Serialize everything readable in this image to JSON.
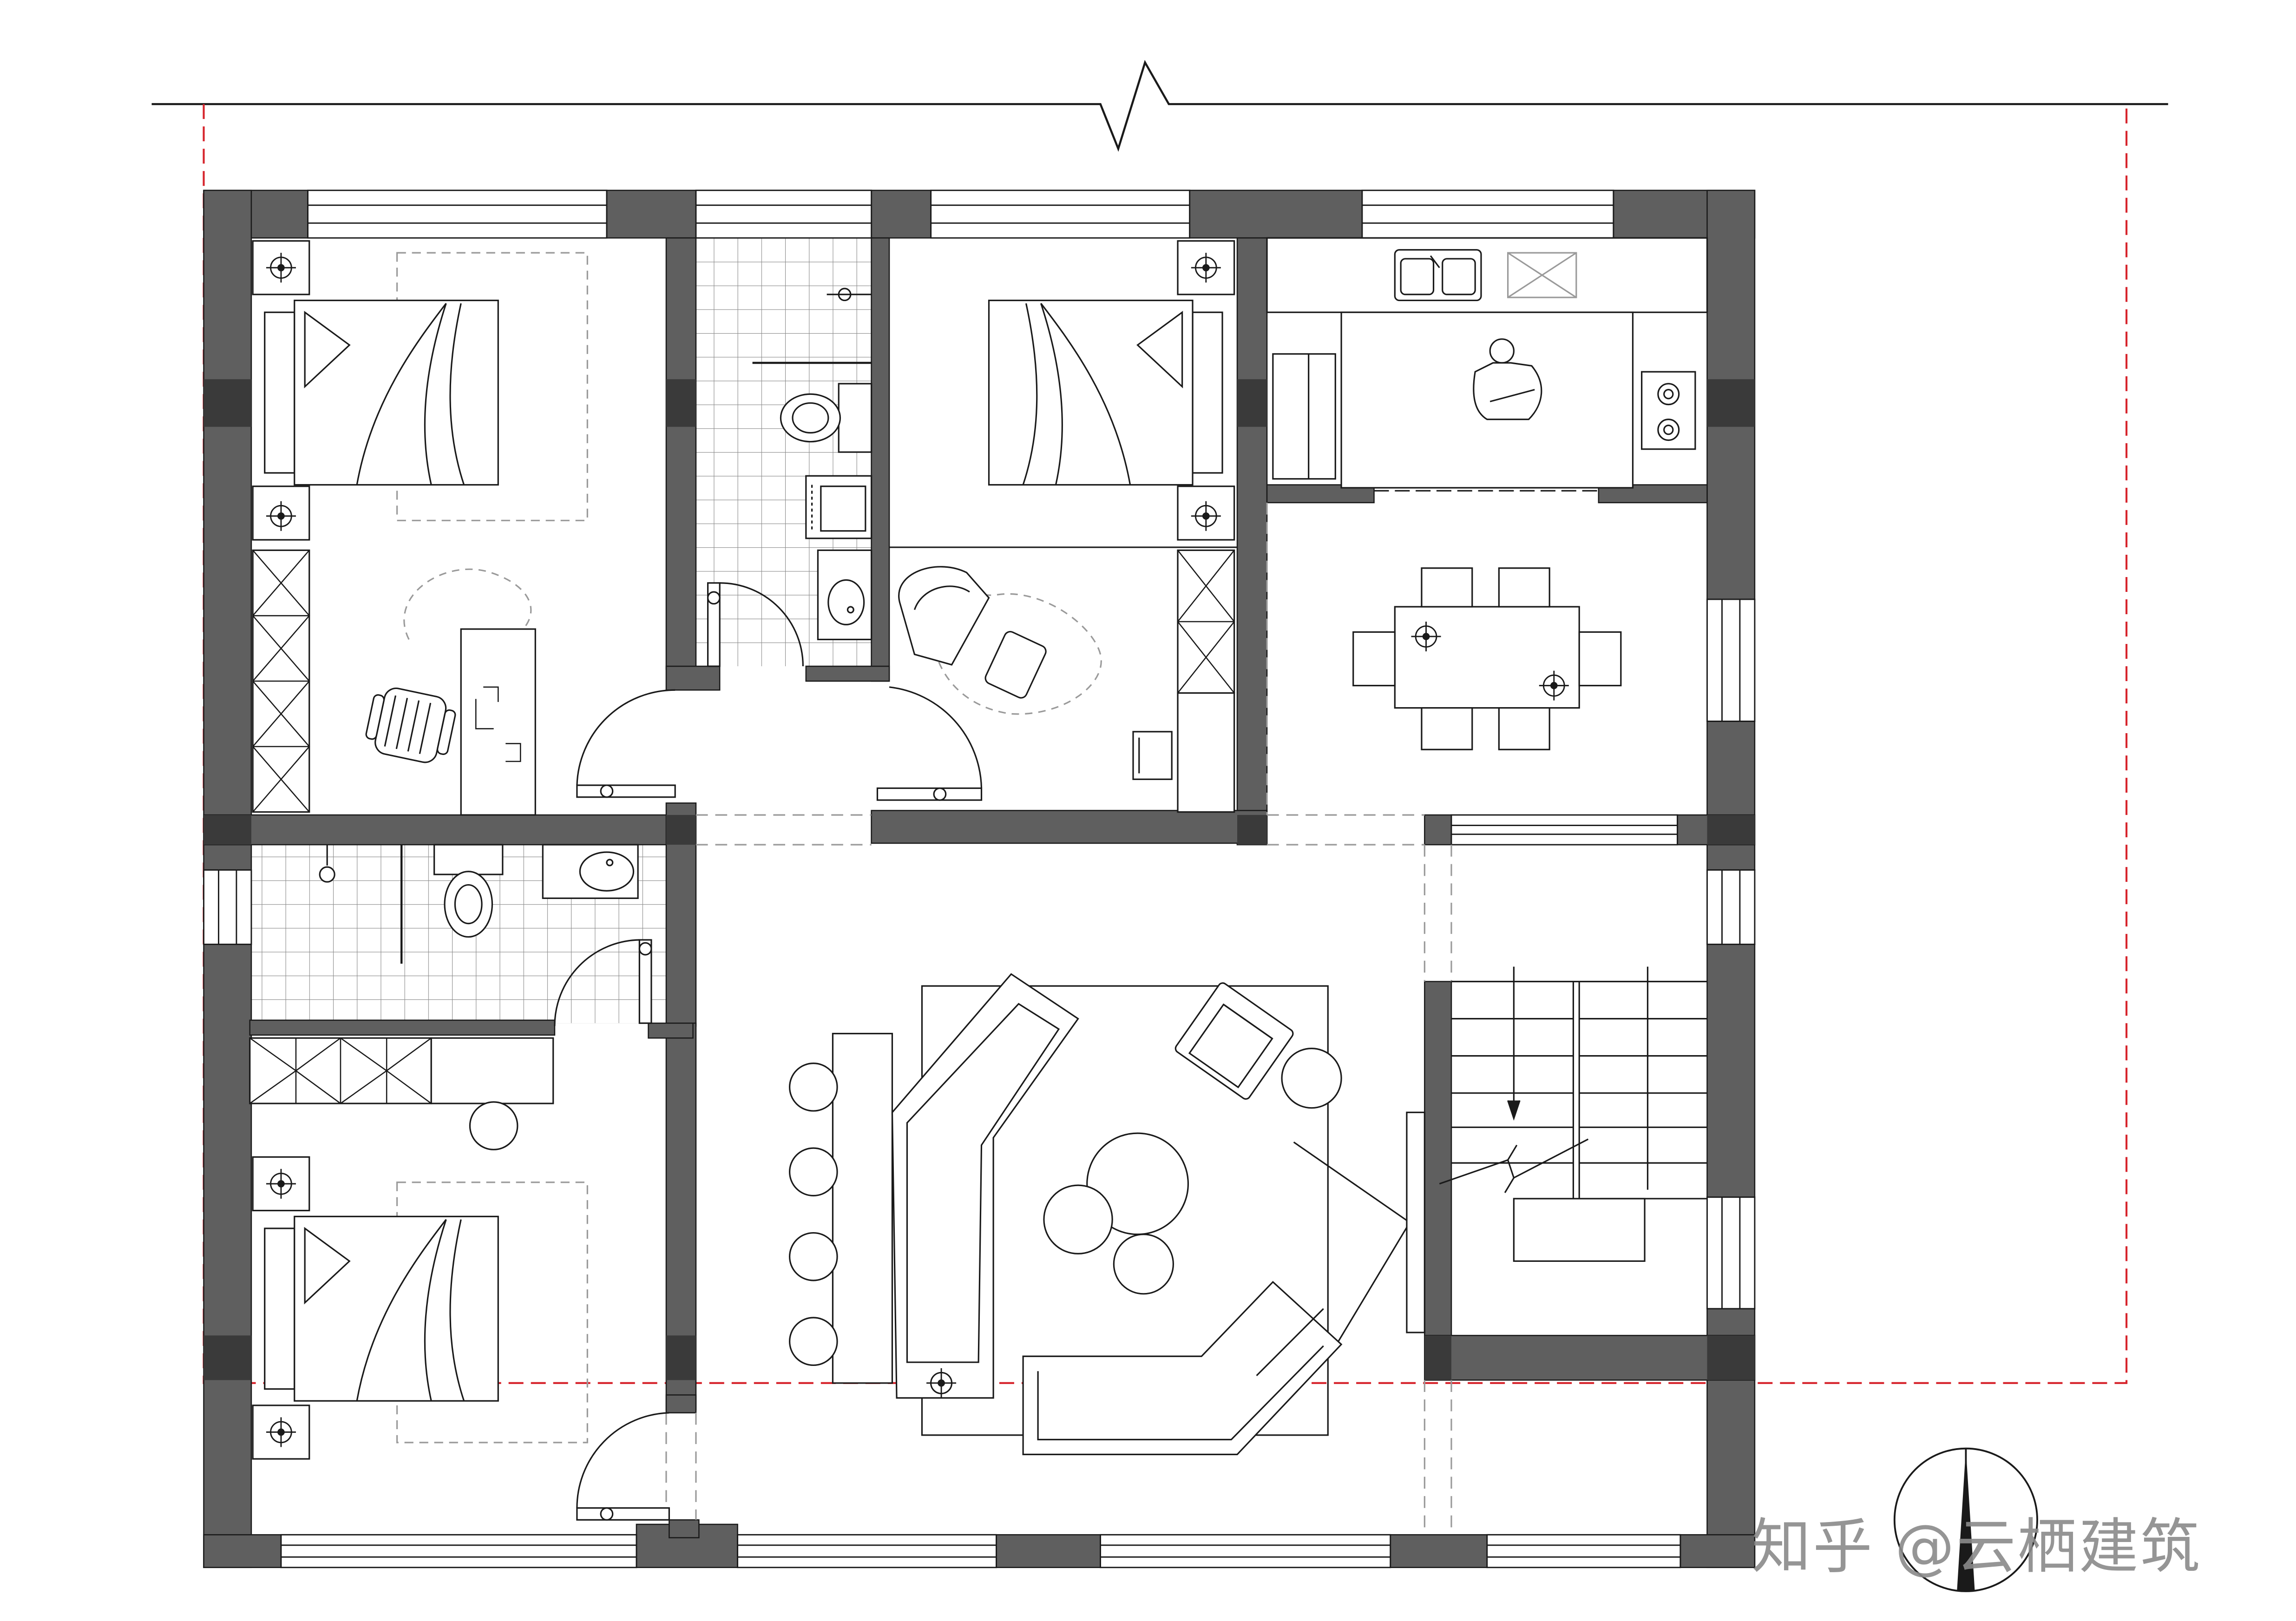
{
  "plan": {
    "rooms": [
      {
        "id": "bedroom-1",
        "type": "bedroom"
      },
      {
        "id": "bathroom-1",
        "type": "bathroom"
      },
      {
        "id": "bedroom-2",
        "type": "bedroom"
      },
      {
        "id": "kitchen",
        "type": "kitchen"
      },
      {
        "id": "dining",
        "type": "dining"
      },
      {
        "id": "bathroom-2",
        "type": "bathroom"
      },
      {
        "id": "bedroom-3",
        "type": "bedroom"
      },
      {
        "id": "living-room",
        "type": "living"
      },
      {
        "id": "stairwell",
        "type": "stairs"
      }
    ],
    "colors": {
      "wall": "#5f5f5f",
      "line": "#1a1a1a",
      "boundary": "#d6242c",
      "hidden": "#9a9a9a",
      "watermark": "#8a8a8a"
    },
    "north_arrow": {
      "icon": "north-arrow-icon"
    }
  },
  "watermark": {
    "text": "知乎 @云栖建筑"
  }
}
